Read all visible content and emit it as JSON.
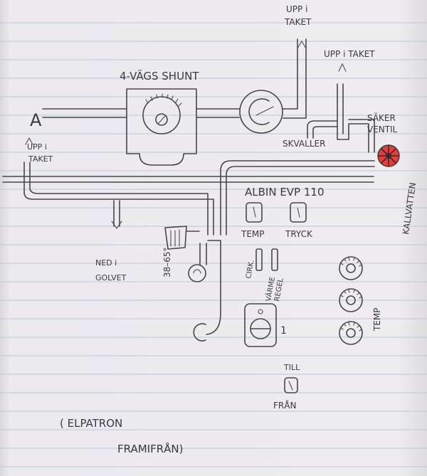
{
  "labels": {
    "a": "A",
    "shunt": "4-VÄGS SHUNT",
    "roof_top_1": "UPP i",
    "roof_top_2": "TAKET",
    "roof_right": "UPP i TAKET",
    "roof_left_1": "UPP i",
    "roof_left_2": "TAKET",
    "valve_1": "SÄKER",
    "valve_2": "VENTIL",
    "overflow": "SKVALLER",
    "cold_water": "KALLVATTEN",
    "unit": "ALBIN  EVP 110",
    "temp_gauge": "TEMP",
    "pressure_gauge": "TRYCK",
    "floor_1": "NED i",
    "floor_2": "GOLVET",
    "range": "38–65°",
    "circ": "CIRK.",
    "heat_1": "VÄRME",
    "heat_2": "REGEL",
    "switch_pos": "1",
    "temp_knobs": "TEMP",
    "on": "TILL",
    "off": "FRÅN",
    "note_1": "( ELPATRON",
    "note_2": "FRAMIFRÅN)"
  }
}
